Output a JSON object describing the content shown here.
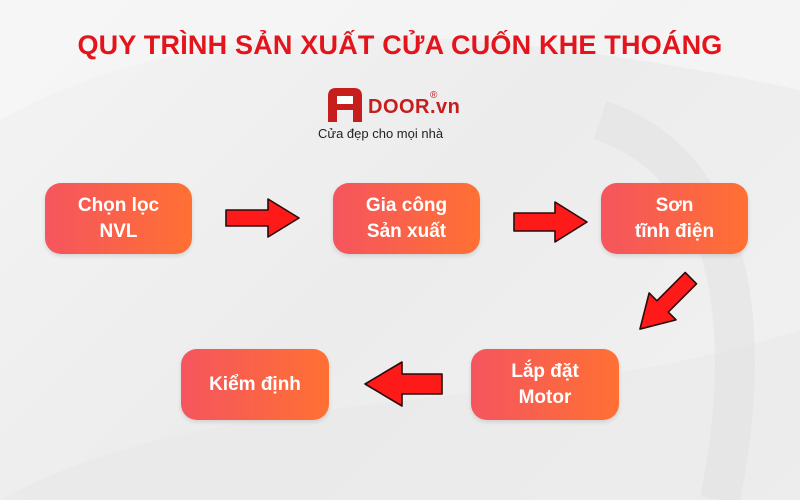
{
  "title": "QUY TRÌNH SẢN XUẤT CỬA CUỐN KHE THOÁNG",
  "logo": {
    "wordmark": "DOOR.vn",
    "registered": "®",
    "tagline": "Cửa đẹp cho mọi nhà"
  },
  "steps": [
    {
      "label": "Chọn lọc\nNVL"
    },
    {
      "label": "Gia công\nSản xuất"
    },
    {
      "label": "Sơn\ntĩnh điện"
    },
    {
      "label": "Lắp đặt\nMotor"
    },
    {
      "label": "Kiểm định"
    }
  ],
  "colors": {
    "title": "#e3141b",
    "step_gradient_start": "#f5555e",
    "step_gradient_end": "#ff7033",
    "arrow_fill": "#ff1a1a",
    "arrow_stroke": "#2a0b0b",
    "logo_red": "#c61d1d"
  },
  "icons": [
    "a-logo-icon",
    "arrow-right-icon",
    "arrow-down-left-icon",
    "arrow-left-icon"
  ]
}
